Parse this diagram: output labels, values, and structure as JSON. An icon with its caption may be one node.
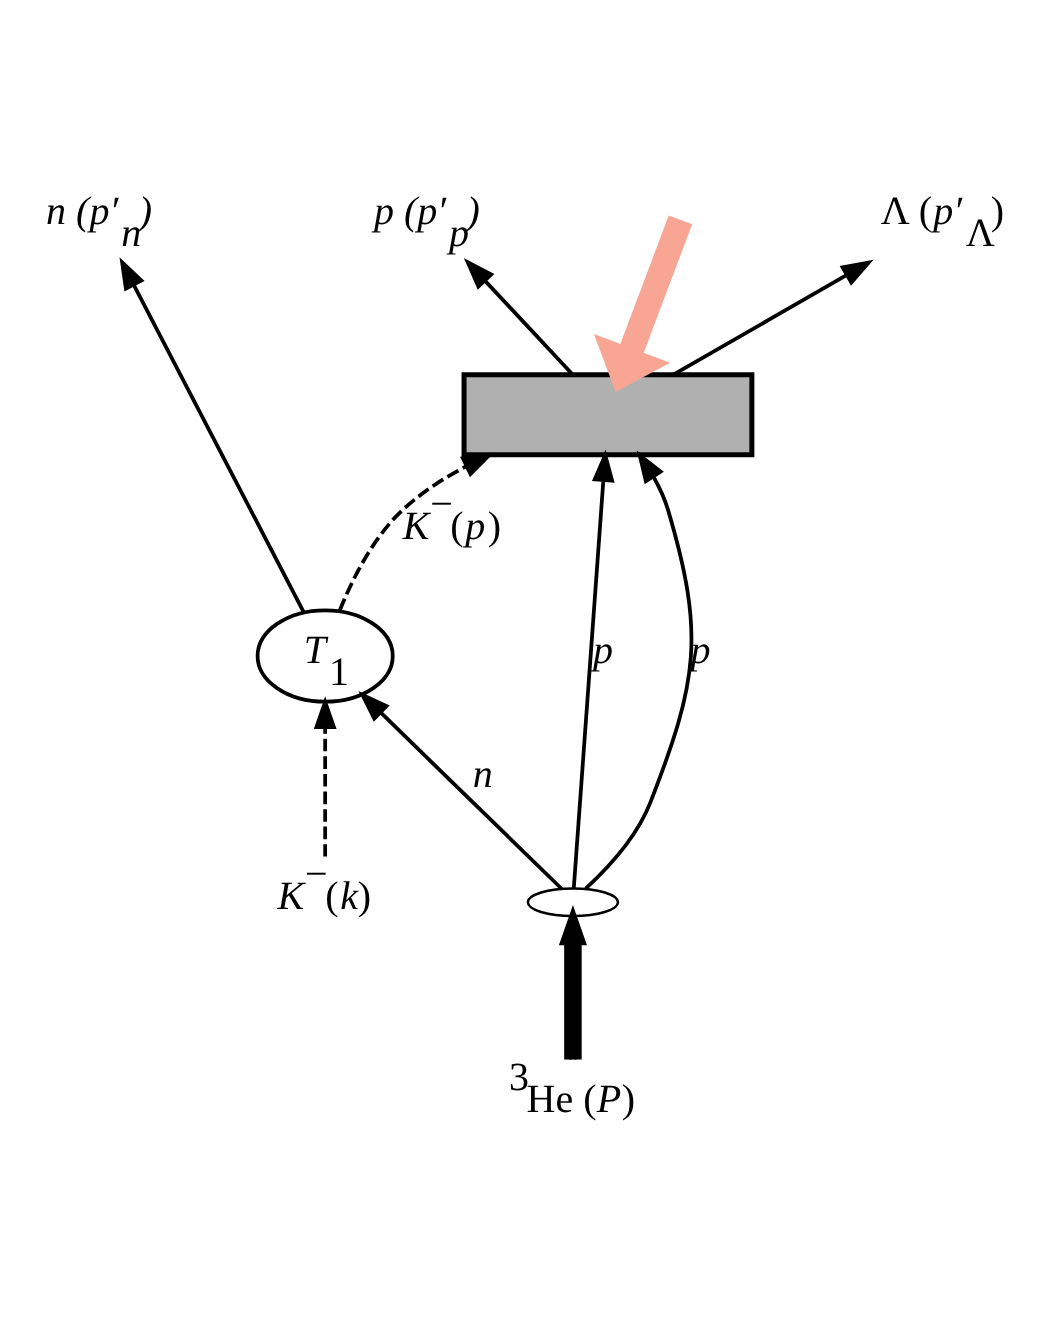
{
  "diagram": {
    "nodes": [
      {
        "text": [
          "n (p′$_{n}$)"
        ]
      },
      {
        "text": [
          "p (p′$_{p}$)"
        ]
      },
      {
        "text": [
          "Λ (*p*′$_{Λ}$)"
        ]
      },
      {
        "text": [],
        "shape": "box"
      },
      {
        "text": [
          "*T*$_{1}$"
        ]
      },
      {
        "text": [
          "*K*$^{−}$(*k*)"
        ]
      },
      {
        "text": [],
        "shape": "ellipse"
      },
      {
        "text": [
          "$^{3}$He (*P*)"
        ]
      }
    ],
    "edges": [
      {
        "from": 5,
        "to": 4,
        "arrow": "to",
        "style": "dashed"
      },
      {
        "from": 6,
        "to": 4,
        "arrow": "to",
        "label": "*n*"
      },
      {
        "from": 4,
        "to": 0,
        "arrow": "to"
      },
      {
        "from": 4,
        "to": 3,
        "arrow": "to",
        "style": "dashed",
        "label": "*K*$^{−}$(*p*)"
      },
      {
        "from": 6,
        "to": 3,
        "arrow": "to",
        "label": "*p*"
      },
      {
        "from": 6,
        "to": 3,
        "arrow": "to",
        "label": "*p*"
      },
      {
        "from": 3,
        "to": 1,
        "arrow": "to"
      },
      {
        "from": 3,
        "to": 2,
        "arrow": "to"
      },
      {
        "from": 7,
        "to": 6,
        "arrow": "to",
        "style": "thick"
      },
      {
        "from": null,
        "to": 3,
        "arrow": "to",
        "style": "thick",
        "color": "#f9a594"
      }
    ]
  }
}
